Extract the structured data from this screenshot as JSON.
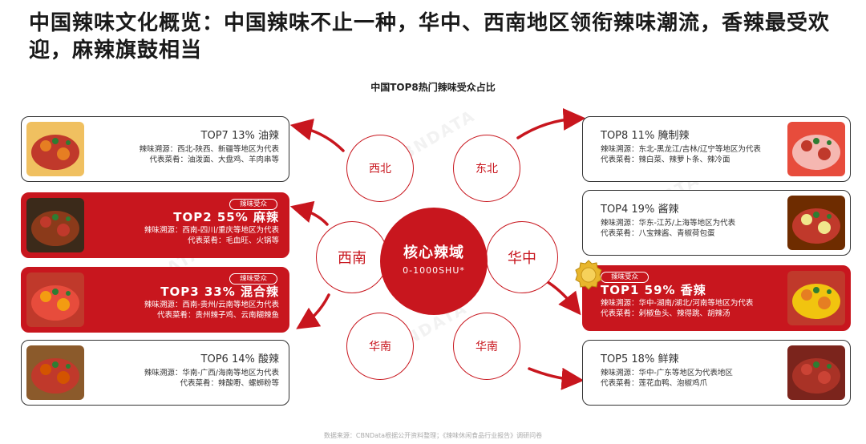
{
  "title": "中国辣味文化概览：中国辣味不止一种，华中、西南地区领衔辣味潮流，香辣最受欢迎，麻辣旗鼓相当",
  "chart_data": {
    "type": "table",
    "title": "中国TOP8热门辣味受众占比",
    "center": {
      "label": "核心辣域",
      "range": "0-1000SHU*"
    },
    "regions": [
      "西北",
      "东北",
      "西南",
      "华中",
      "华南",
      "华南"
    ],
    "badge_label": "辣味受众",
    "items": [
      {
        "rank": "TOP7",
        "share": 13,
        "share_text": "13%",
        "name": "油辣",
        "origin": "辣味溯源：西北-陕西、新疆等地区为代表",
        "dishes": "代表菜肴：油泼面、大盘鸡、羊肉串等",
        "highlight": false
      },
      {
        "rank": "TOP2",
        "share": 55,
        "share_text": "55%",
        "name": "麻辣",
        "origin": "辣味溯源：西南-四川/重庆等地区为代表",
        "dishes": "代表菜肴：毛血旺、火锅等",
        "highlight": true
      },
      {
        "rank": "TOP3",
        "share": 33,
        "share_text": "33%",
        "name": "混合辣",
        "origin": "辣味溯源：西南-贵州/云南等地区为代表",
        "dishes": "代表菜肴：贵州辣子鸡、云南糊辣鱼",
        "highlight": true
      },
      {
        "rank": "TOP6",
        "share": 14,
        "share_text": "14%",
        "name": "酸辣",
        "origin": "辣味溯源：华南-广西/海南等地区为代表",
        "dishes": "代表菜肴：辣酸嘢、螺蛳粉等",
        "highlight": false
      },
      {
        "rank": "TOP8",
        "share": 11,
        "share_text": "11%",
        "name": "腌制辣",
        "origin": "辣味溯源：东北-黑龙江/吉林/辽宁等地区为代表",
        "dishes": "代表菜肴：辣白菜、辣萝卜条、辣冷面",
        "highlight": false
      },
      {
        "rank": "TOP4",
        "share": 19,
        "share_text": "19%",
        "name": "酱辣",
        "origin": "辣味溯源：华东-江苏/上海等地区为代表",
        "dishes": "代表菜肴：八宝辣酱、青椒荷包蛋",
        "highlight": false
      },
      {
        "rank": "TOP1",
        "share": 59,
        "share_text": "59%",
        "name": "香辣",
        "origin": "辣味溯源：华中-湖南/湖北/河南等地区为代表",
        "dishes": "代表菜肴：剁椒鱼头、辣得跳、胡辣汤",
        "highlight": true
      },
      {
        "rank": "TOP5",
        "share": 18,
        "share_text": "18%",
        "name": "鲜辣",
        "origin": "辣味溯源：华中-广东等地区为代表地区",
        "dishes": "代表菜肴：莲花血鸭、泡椒鸡爪",
        "highlight": false
      }
    ]
  },
  "source": "数据来源：CBNData根据公开资料整理；《辣味休闲食品行业报告》调研问卷",
  "watermark": "CBNDATA",
  "colors": {
    "accent": "#c8161e",
    "border": "#333333"
  }
}
